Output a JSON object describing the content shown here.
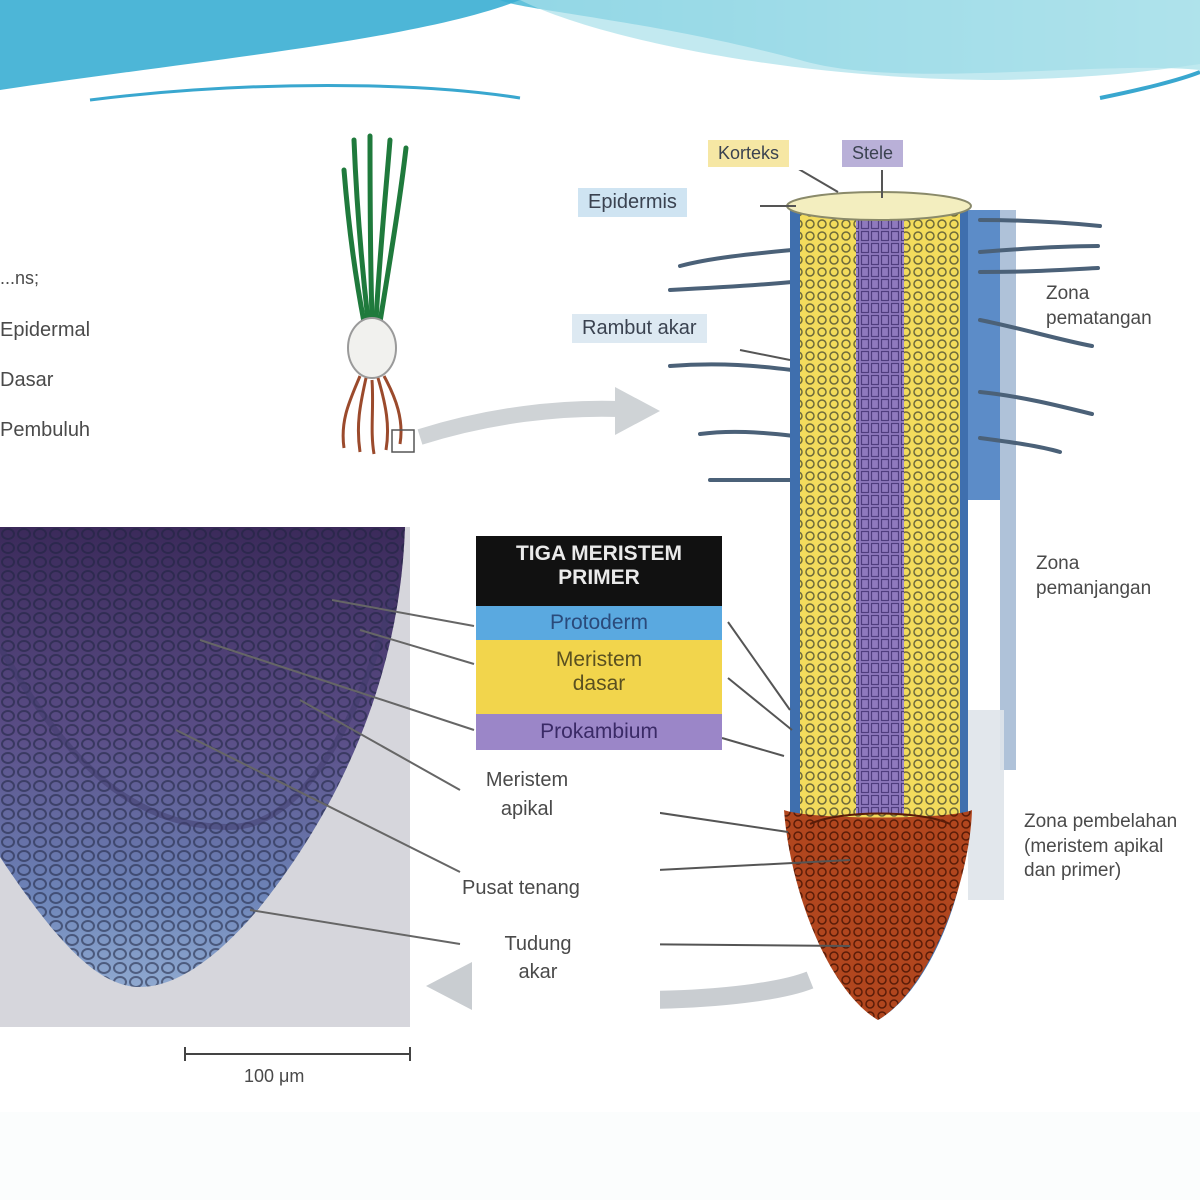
{
  "left_legend": {
    "heading": "...ns;",
    "items": [
      "Epidermal",
      "Dasar",
      "Pembuluh"
    ]
  },
  "root_labels": {
    "korteks": "Korteks",
    "stele": "Stele",
    "epidermis": "Epidermis",
    "rambut_akar": "Rambut akar"
  },
  "meristem_box": {
    "title": "TIGA MERISTEM PRIMER",
    "protoderm": "Protoderm",
    "meristem_dasar": "Meristem dasar",
    "prokambium": "Prokambium"
  },
  "tip_labels": {
    "meristem_apikal": "Meristem apikal",
    "pusat_tenang": "Pusat tenang",
    "tudung_akar": "Tudung akar"
  },
  "zones": {
    "pematangan": "Zona pematangan",
    "pemanjangan": "Zona pemanjangan",
    "pembelahan": "Zona pembelahan (meristem apikal dan primer)"
  },
  "scale_bar": "100 μm",
  "colors": {
    "protoderm": "#5aa9e0",
    "meristem_dasar": "#f2d54c",
    "prokambium": "#9b86c8",
    "root_cap": "#a8401c",
    "header_wave": "#4fb6d6"
  }
}
